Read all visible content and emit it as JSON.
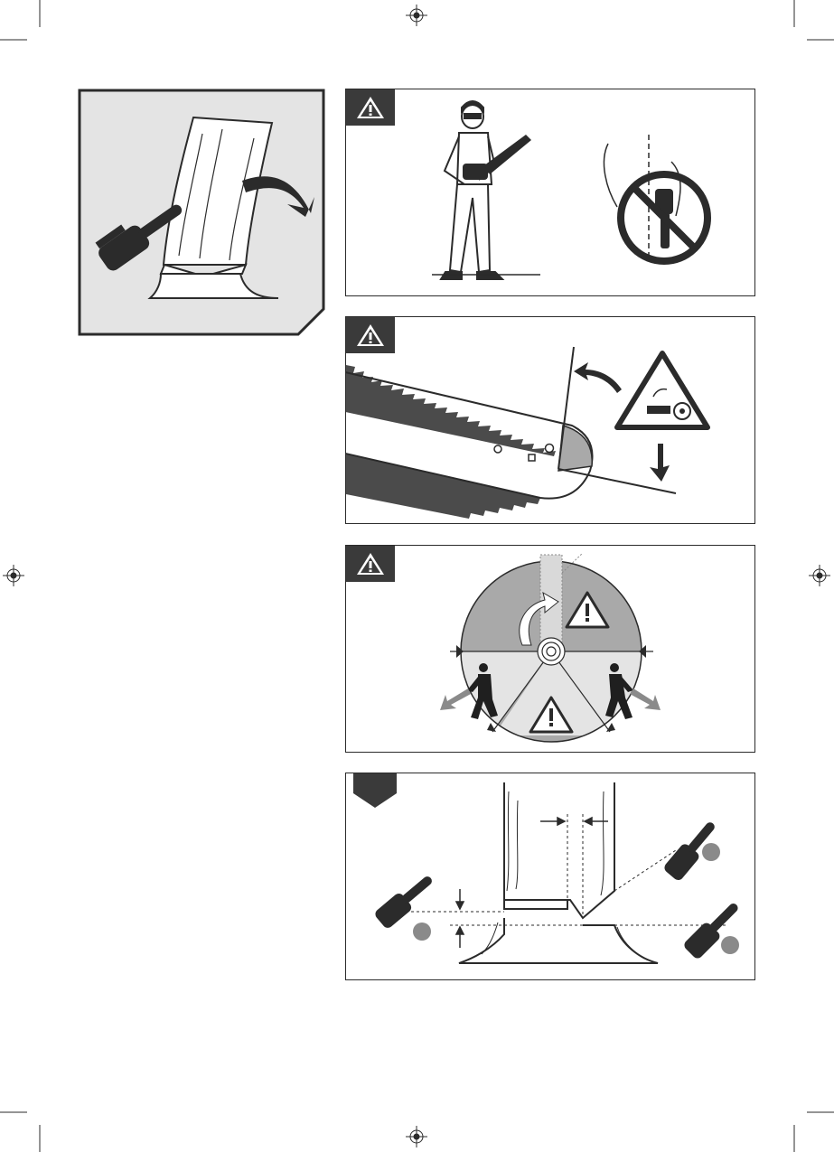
{
  "page": {
    "background": "#ffffff",
    "ink": "#2b2b2b",
    "panel_fill": "#e4e4e4",
    "danger_fill": "#a9a9a9",
    "tag_fill": "#3a3a3a"
  },
  "panels": [
    {
      "id": "felling-direction",
      "icons": [
        "chainsaw-icon",
        "tree-trunk",
        "felling-direction-arrow"
      ]
    },
    {
      "id": "protective-equipment",
      "icons": [
        "warning-icon",
        "operator-with-protective-gear",
        "no-one-handed-use-icon"
      ]
    },
    {
      "id": "kickback",
      "icons": [
        "warning-icon",
        "chain-bar",
        "kickback-zone",
        "kickback-warning-icon"
      ]
    },
    {
      "id": "danger-zone",
      "icons": [
        "warning-icon",
        "danger-circle",
        "retreat-person-icon"
      ]
    },
    {
      "id": "felling-cut",
      "icons": [
        "step-tag",
        "trunk-notch",
        "chainsaw-icon"
      ]
    }
  ]
}
